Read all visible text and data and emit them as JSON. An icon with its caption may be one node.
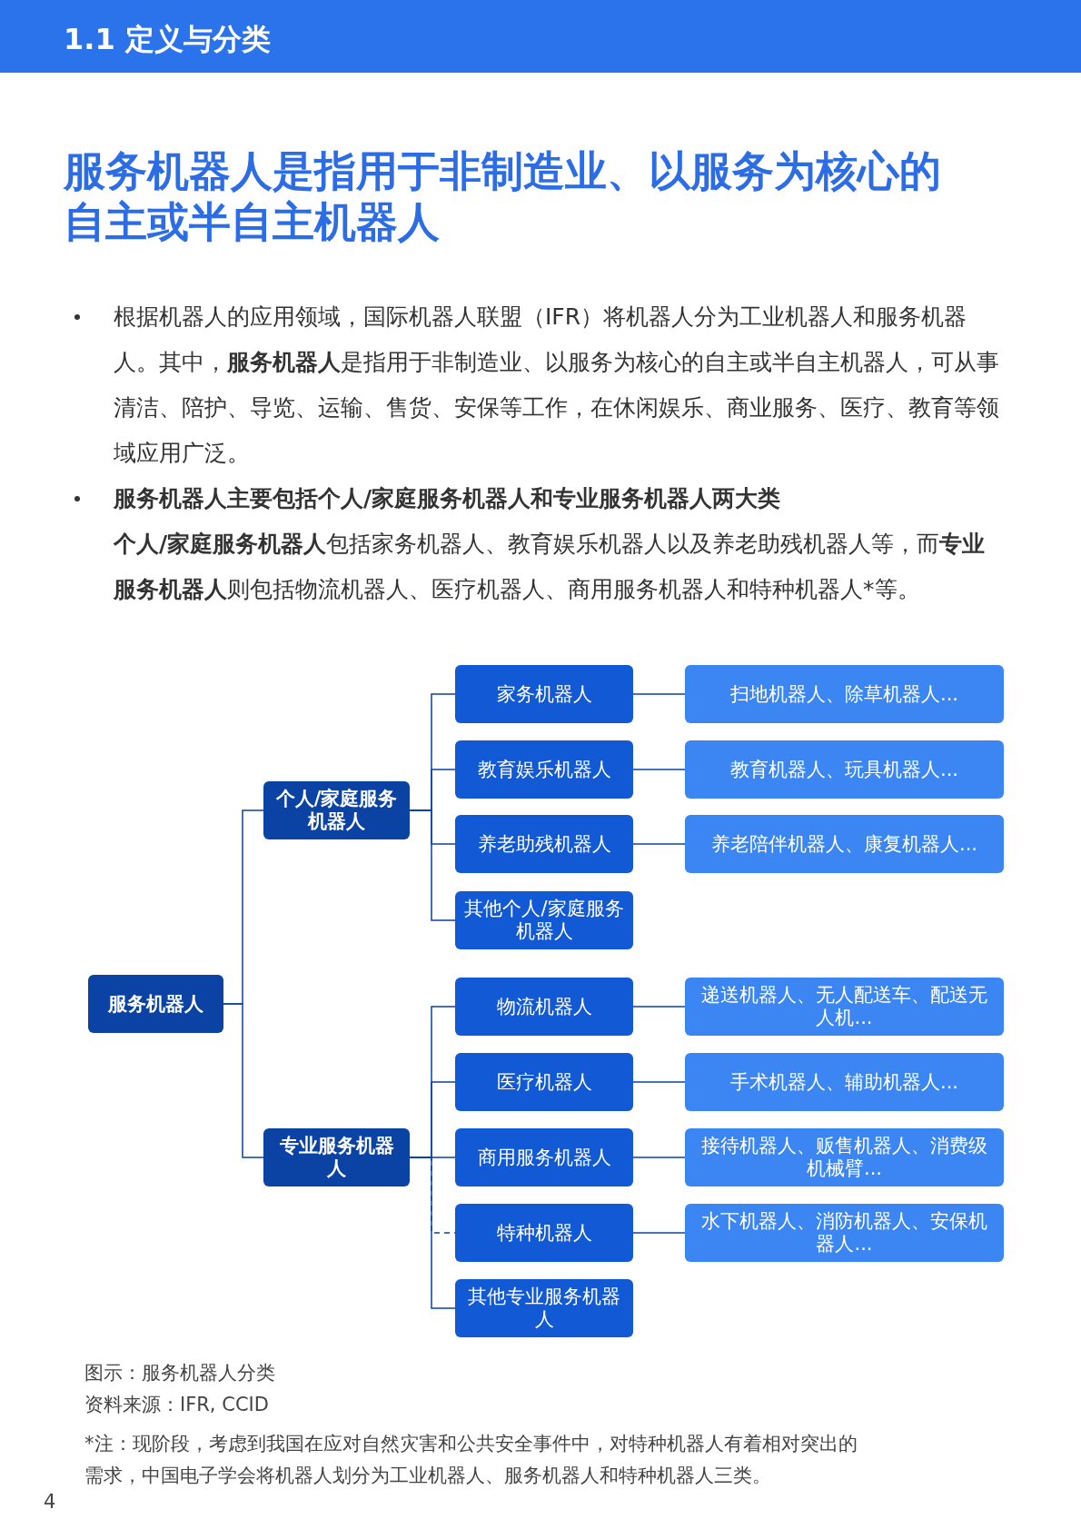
{
  "diagram": {
    "title": "服务机器人是指用于非制造业、以服务为核心的自主或半自主机器人",
    "caption": "图示：服务机器人分类",
    "nodes": [
      {
        "text": [
          "服务机器人"
        ]
      },
      {
        "text": [
          "个人/家庭服务机器人"
        ]
      },
      {
        "text": [
          "家务机器人"
        ]
      },
      {
        "text": [
          "扫地机器人、除草机器人..."
        ]
      },
      {
        "text": [
          "教育娱乐机器人"
        ]
      },
      {
        "text": [
          "教育机器人、玩具机器人..."
        ]
      },
      {
        "text": [
          "养老助残机器人"
        ]
      },
      {
        "text": [
          "养老陪伴机器人、康复机器人..."
        ]
      },
      {
        "text": [
          "其他个人/家庭服务机器人"
        ]
      },
      {
        "text": [
          "专业服务机器人"
        ]
      },
      {
        "text": [
          "物流机器人"
        ]
      },
      {
        "text": [
          "递送机器人、无人配送车、配送无人机..."
        ]
      },
      {
        "text": [
          "医疗机器人"
        ]
      },
      {
        "text": [
          "手术机器人、辅助机器人..."
        ]
      },
      {
        "text": [
          "商用服务机器人"
        ]
      },
      {
        "text": [
          "接待机器人、贩售机器人、消费级机械臂..."
        ]
      },
      {
        "text": [
          "特种机器人"
        ]
      },
      {
        "text": [
          "水下机器人、消防机器人、安保机器人..."
        ]
      },
      {
        "text": [
          "其他专业服务机器人"
        ]
      }
    ],
    "edges": [
      {
        "from": 0,
        "to": 1,
        "arrow": "none"
      },
      {
        "from": 0,
        "to": 9,
        "arrow": "none"
      },
      {
        "from": 1,
        "to": 2,
        "arrow": "none"
      },
      {
        "from": 1,
        "to": 4,
        "arrow": "none"
      },
      {
        "from": 1,
        "to": 6,
        "arrow": "none"
      },
      {
        "from": 1,
        "to": 8,
        "arrow": "none"
      },
      {
        "from": 2,
        "to": 3,
        "arrow": "none"
      },
      {
        "from": 4,
        "to": 5,
        "arrow": "none"
      },
      {
        "from": 6,
        "to": 7,
        "arrow": "none"
      },
      {
        "from": 9,
        "to": 10,
        "arrow": "none"
      },
      {
        "from": 9,
        "to": 12,
        "arrow": "none"
      },
      {
        "from": 9,
        "to": 14,
        "arrow": "none"
      },
      {
        "from": 9,
        "to": 16,
        "arrow": "none",
        "style": "dashed"
      },
      {
        "from": 9,
        "to": 18,
        "arrow": "none"
      },
      {
        "from": 10,
        "to": 11,
        "arrow": "none"
      },
      {
        "from": 12,
        "to": 13,
        "arrow": "none"
      },
      {
        "from": 14,
        "to": 15,
        "arrow": "none"
      },
      {
        "from": 16,
        "to": 17,
        "arrow": "none"
      }
    ],
    "labels": [
      "1.1 定义与分类",
      "根据机器人的应用领域，国际机器人联盟（IFR）将机器人分为工业机器人和服务机器人。其中，**服务机器人**是指用于非制造业、以服务为核心的自主或半自主机器人，可从事清洁、陪护、导览、运输、售货、安保等工作，在休闲娱乐、商业服务、医疗、教育等领域应用广泛。",
      "服务机器人主要包括个人/家庭服务机器人和专业服务机器人两大类",
      "**个人/家庭服务机器人**包括家务机器人、教育娱乐机器人以及养老助残机器人等，而**专业服务机器人**则包括物流机器人、医疗机器人、商用服务机器人和特种机器人*等。",
      "资料来源：IFR, CCID",
      "*注：现阶段，考虑到我国在应对自然灾害和公共安全事件中，对特种机器人有着相对突出的需求，中国电子学会将机器人划分为工业机器人、服务机器人和特种机器人三类。",
      "4"
    ]
  }
}
